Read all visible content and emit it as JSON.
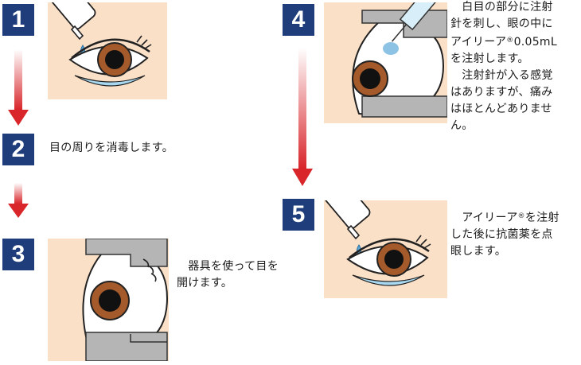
{
  "colors": {
    "badge": "#1f3d7a",
    "panel": "#fbe0c8",
    "arrow": "#d8262b",
    "iris": "#a45a2a",
    "tear": "#a8d8f0",
    "speculum": "#b5b5b5"
  },
  "steps": [
    {
      "number": "1",
      "text_lines": []
    },
    {
      "number": "2",
      "text_lines": [
        "目の周りを消毒します。"
      ]
    },
    {
      "number": "3",
      "text_lines": [
        "　器具を使って目を",
        "開けます。"
      ]
    },
    {
      "number": "4",
      "text_lines": [
        "　白目の部分に注射",
        "針を刺し、眼の中に",
        "アイリーア",
        "を注射します。",
        "　注射針が入る感覚",
        "はありますが、痛み",
        "はほとんどありませ",
        "ん。"
      ],
      "line3_suffix": "0.05mL"
    },
    {
      "number": "5",
      "text_lines": [
        "　アイリーア",
        "した後に抗菌薬を点",
        "眼します。"
      ],
      "line1_suffix": "を注射"
    }
  ],
  "registered_mark": "®",
  "icons": {
    "panel_1": "eye-drop-illustration",
    "panel_3": "eyelid-speculum-illustration",
    "panel_4": "injection-illustration",
    "panel_5": "antibiotic-eye-drop-illustration"
  }
}
